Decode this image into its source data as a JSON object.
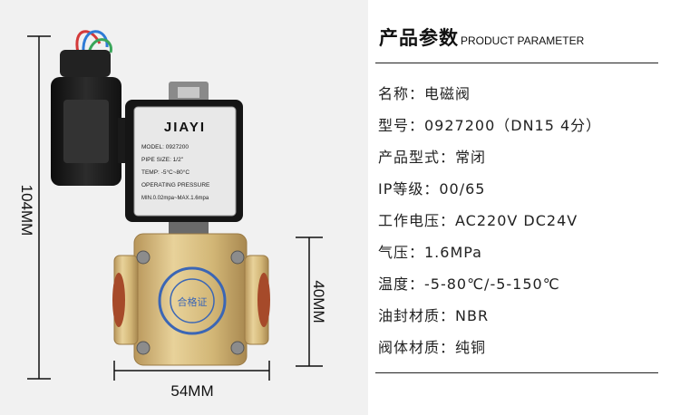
{
  "photo": {
    "brand": "JIAYI",
    "model": "MODEL: 0927200",
    "pipe_size": "PIPE SIZE: 1/2\"",
    "temp": "TEMP: -5°C~80°C",
    "operating": "OPERATING PRESSURE",
    "pressure_range": "MIN.0.02mpa~MAX.1.6mpa",
    "seal_text": "合格证",
    "dim_height": "104MM",
    "dim_body": "40MM",
    "dim_width": "54MM"
  },
  "header": {
    "title_cn": "产品参数",
    "title_en": "PRODUCT PARAMETER"
  },
  "specs": [
    "名称：电磁阀",
    "型号：0927200（DN15 4分）",
    "产品型式：常闭",
    "IP等级：00/65",
    "工作电压：AC220V DC24V",
    "气压：1.6MPa",
    "温度：-5-80℃/-5-150℃",
    "油封材质：NBR",
    "阀体材质：纯铜"
  ],
  "colors": {
    "photo_bg": "#f1f1f1",
    "brass": "#d4b879",
    "coil_black": "#1c1c1c",
    "label_bg": "#e8e8e8",
    "seal_blue": "#3b66b5"
  }
}
